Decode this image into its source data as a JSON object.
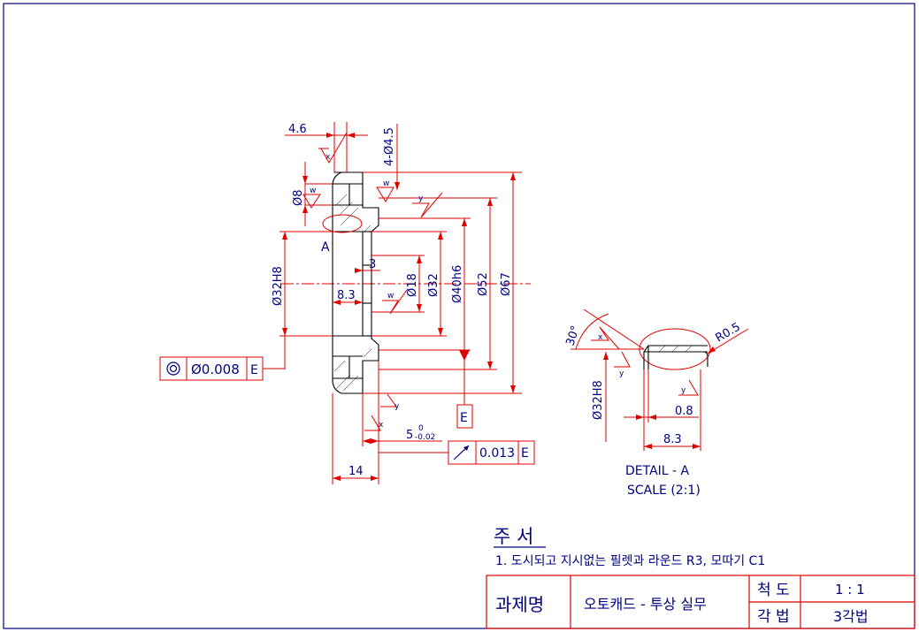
{
  "dims": {
    "d4_6": "4.6",
    "hole_4x45": "4-Ø4.5",
    "d8": "Ø8",
    "d32h8": "Ø32H8",
    "d3": "3",
    "d18": "Ø18",
    "d32": "Ø32",
    "d40h6": "Ø40h6",
    "d52": "Ø52",
    "d67": "Ø67",
    "d8_3": "8.3",
    "d14": "14",
    "d5": "5",
    "d5_tol_upper": "0",
    "d5_tol_lower": "-0.02",
    "label_a": "A"
  },
  "gdt": {
    "concentricity_value": "Ø0.008",
    "concentricity_datum": "E",
    "runout_value": "0.013",
    "runout_datum": "E",
    "datum_label": "E"
  },
  "surface": {
    "w": "w",
    "x": "x",
    "y": "y"
  },
  "detail": {
    "angle": "30°",
    "radius": "R0.5",
    "bore": "Ø32H8",
    "d0_8": "0.8",
    "d8_3": "8.3",
    "title": "DETAIL - A",
    "scale": "SCALE (2:1)"
  },
  "notes": {
    "heading": "주 서",
    "line1": "1. 도시되고 지시없는 필렛과 라운드 R3, 모따기 C1"
  },
  "title_block": {
    "label_name": "과제명",
    "value_name": "오토캐드 - 투상 실무",
    "label_scale": "척 도",
    "value_scale": "1 : 1",
    "label_projection": "각 법",
    "value_projection": "3각법"
  },
  "colors": {
    "frame": "#000080",
    "dimension": "#e00000",
    "geometry": "#000000",
    "text": "#000080"
  }
}
